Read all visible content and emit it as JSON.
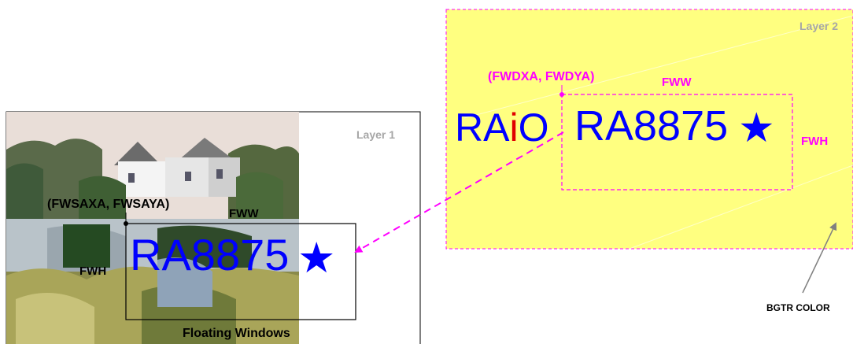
{
  "layer1": {
    "title": "Layer 1",
    "source_coords": "(FWSAXA, FWSAYA)",
    "width_label": "FWW",
    "height_label": "FWH",
    "window_text": "RA8875",
    "star_glyph": "★",
    "caption": "Floating Windows"
  },
  "layer2": {
    "title": "Layer 2",
    "dest_coords": "(FWDXA, FWDYA)",
    "width_label": "FWW",
    "height_label": "FWH",
    "window_text": "RA8875",
    "star_glyph": "★",
    "logo": {
      "part1": "RA",
      "part2": "i",
      "part3": "O"
    },
    "bgtr_label": "BGTR COLOR"
  },
  "colors": {
    "magenta": "#ff00ff",
    "blue": "#0000ff",
    "logo_red": "#e00000",
    "layer2_fill": "#ffff80",
    "label_gray": "#a6a6a6"
  }
}
